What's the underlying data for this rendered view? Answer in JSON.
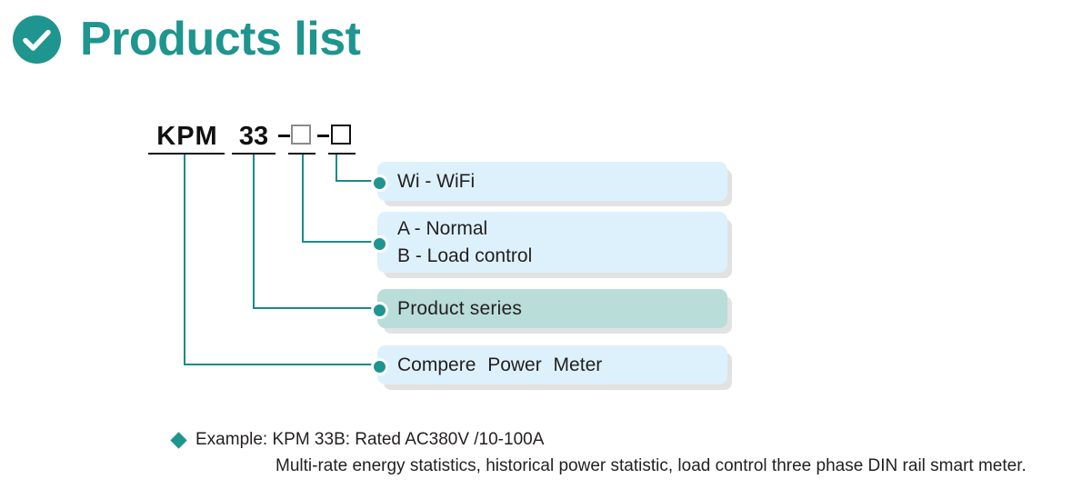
{
  "header": {
    "icon": "check-circle-icon",
    "title": "Products list",
    "accent_color": "#1e958f"
  },
  "model_code": {
    "brand": "KPM",
    "series": "33",
    "dash_1": "-",
    "placeholder_1": "",
    "dash_2": "-",
    "placeholder_2": ""
  },
  "legend": {
    "cards": [
      {
        "name": "wifi",
        "lines": [
          "Wi - WiFi"
        ],
        "background": "#ddf1fc",
        "bullet_color": "#1e958f"
      },
      {
        "name": "mode",
        "lines": [
          "A - Normal",
          "B - Load control"
        ],
        "background": "#ddf1fc",
        "bullet_color": "#1e958f"
      },
      {
        "name": "series",
        "lines": [
          "Product series"
        ],
        "background": "#b9ddd8",
        "bullet_color": "#1e958f"
      },
      {
        "name": "meter",
        "lines": [
          "Compere  Power  Meter"
        ],
        "background": "#ddf1fc",
        "bullet_color": "#1e958f"
      }
    ]
  },
  "note": {
    "bullet": "diamond-bullet-icon",
    "line_1": "Example: KPM 33B: Rated AC380V /10-100A",
    "line_2": "Multi-rate energy statistics, historical power statistic, load control three phase DIN rail smart meter."
  }
}
